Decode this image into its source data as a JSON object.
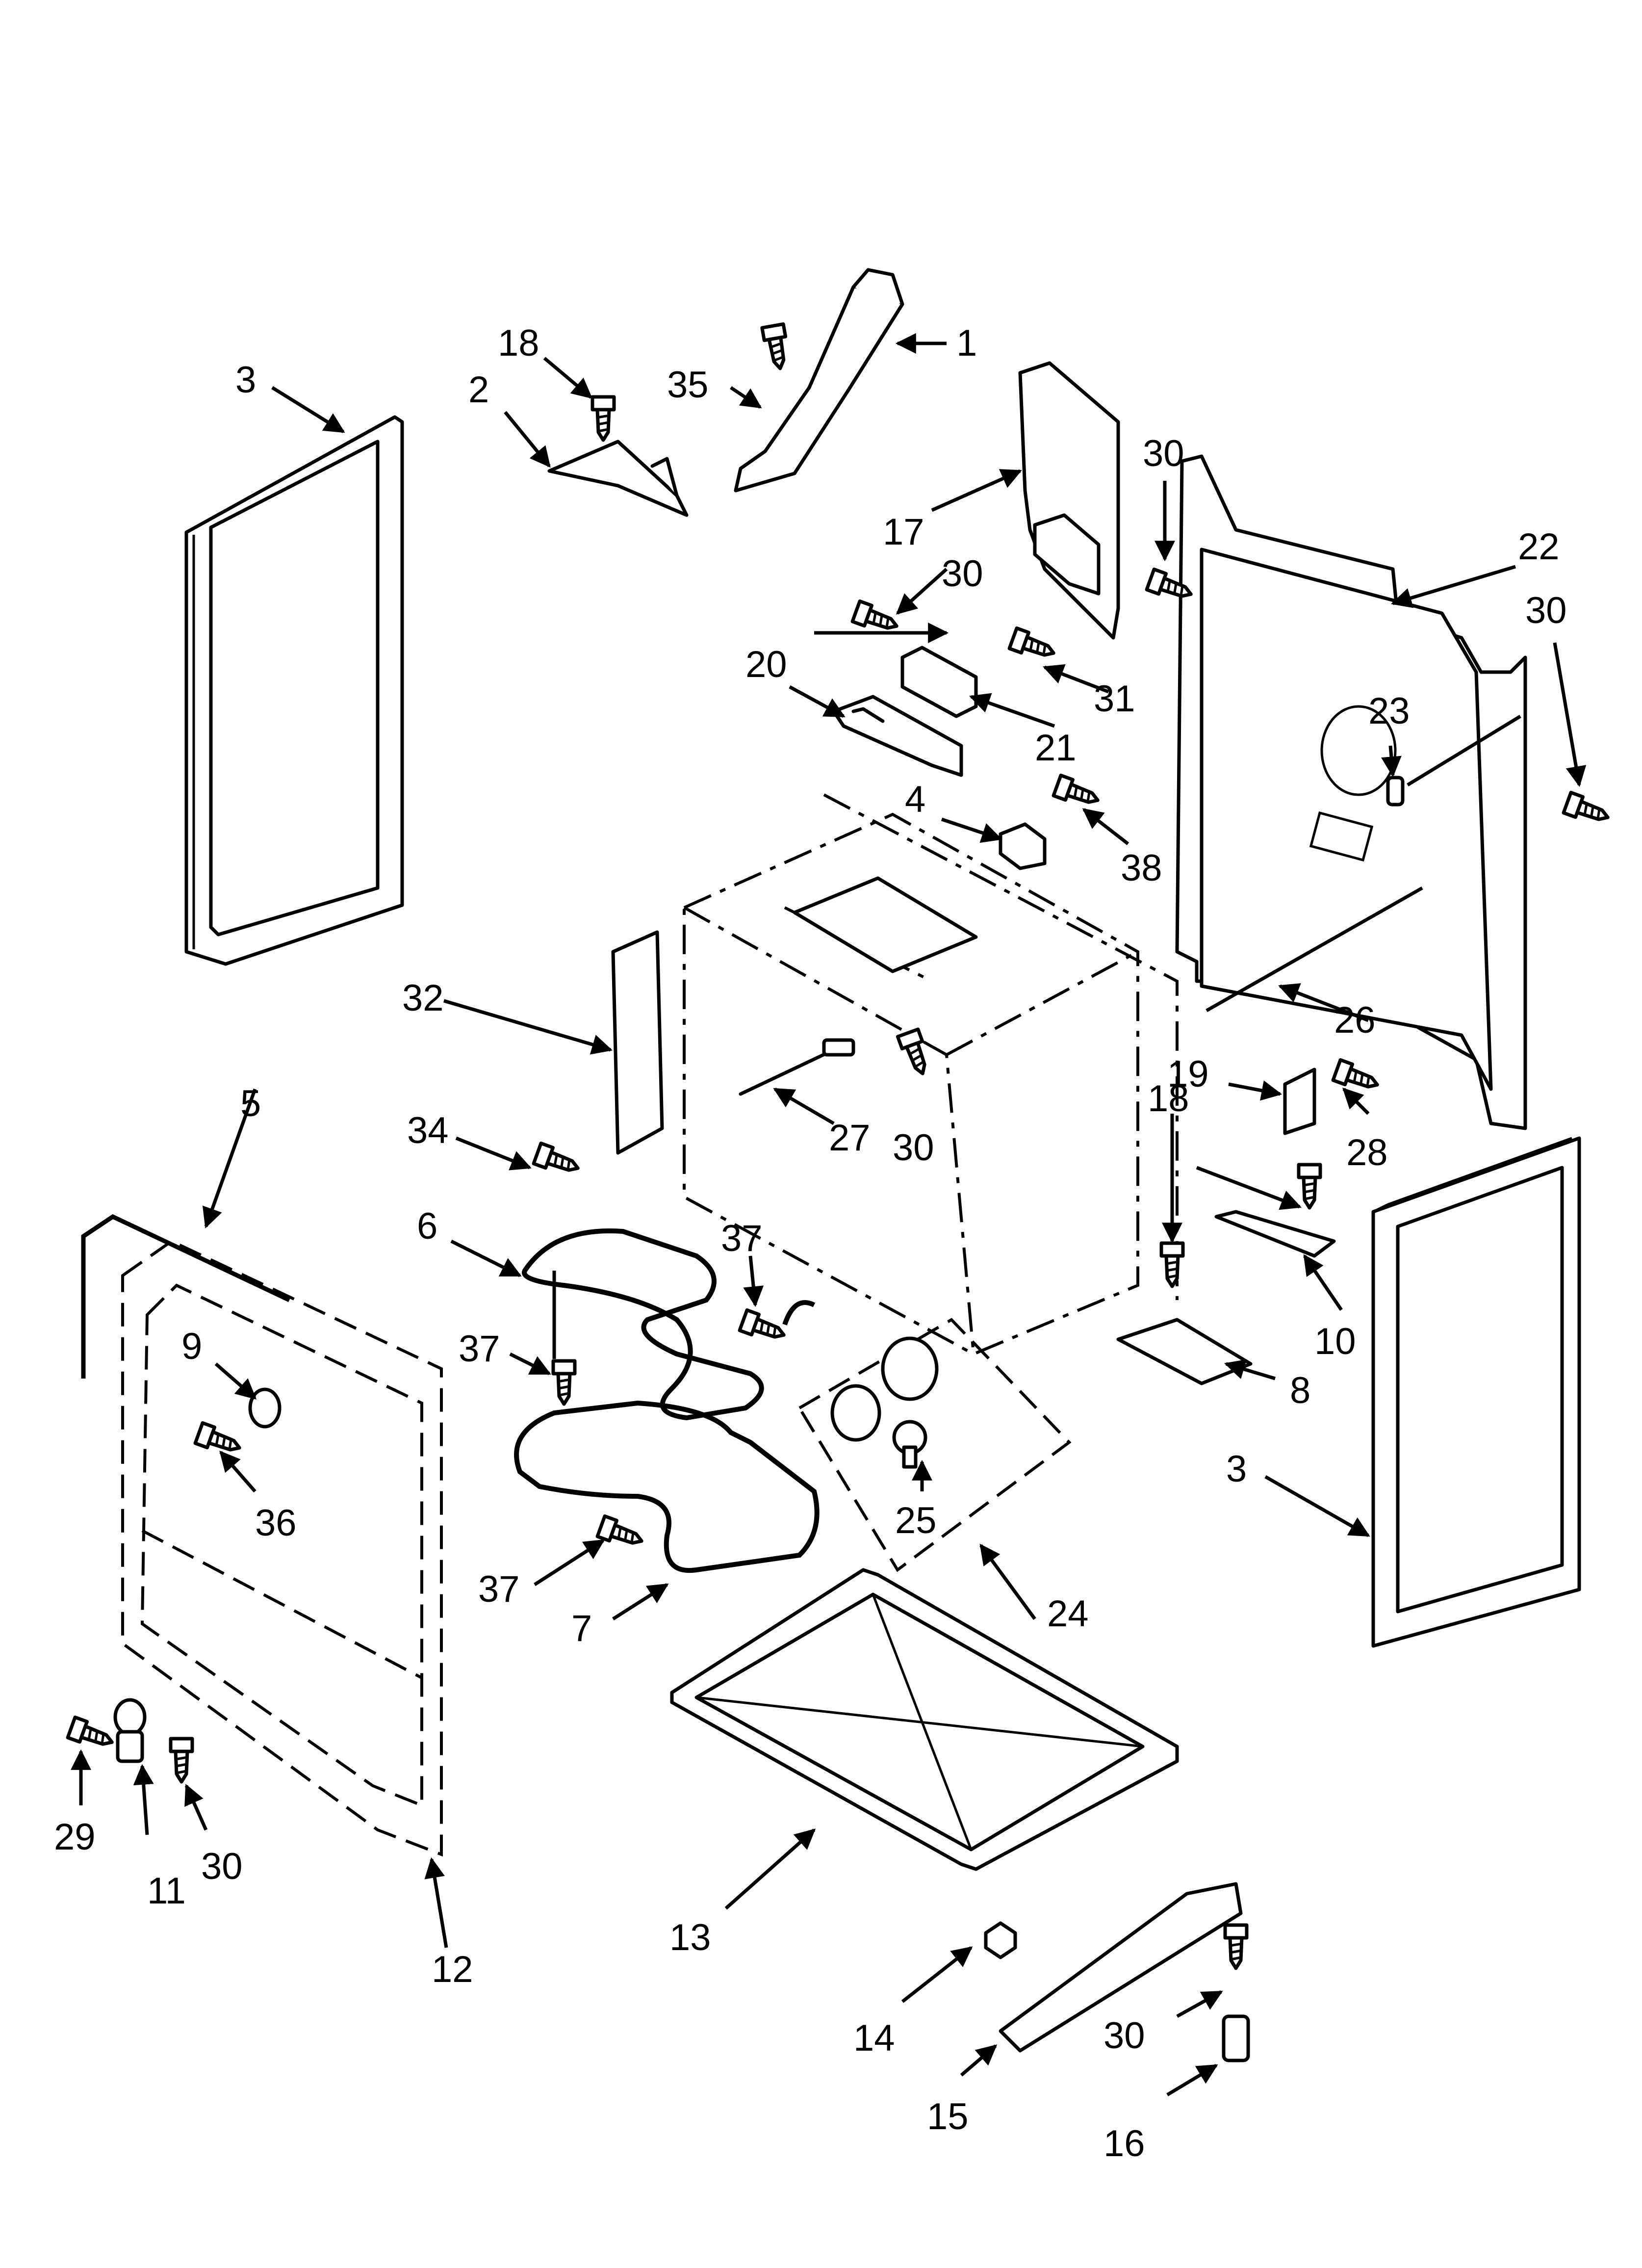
{
  "callouts": [
    {
      "id": "c1",
      "text": "1"
    },
    {
      "id": "c2",
      "text": "2"
    },
    {
      "id": "c3a",
      "text": "3"
    },
    {
      "id": "c3b",
      "text": "3"
    },
    {
      "id": "c4",
      "text": "4"
    },
    {
      "id": "c5",
      "text": "5"
    },
    {
      "id": "c6",
      "text": "6"
    },
    {
      "id": "c7",
      "text": "7"
    },
    {
      "id": "c8",
      "text": "8"
    },
    {
      "id": "c9",
      "text": "9"
    },
    {
      "id": "c10",
      "text": "10"
    },
    {
      "id": "c11",
      "text": "11"
    },
    {
      "id": "c12",
      "text": "12"
    },
    {
      "id": "c13",
      "text": "13"
    },
    {
      "id": "c14",
      "text": "14"
    },
    {
      "id": "c15",
      "text": "15"
    },
    {
      "id": "c16",
      "text": "16"
    },
    {
      "id": "c17",
      "text": "17"
    },
    {
      "id": "c18a",
      "text": "18"
    },
    {
      "id": "c18b",
      "text": "18"
    },
    {
      "id": "c19",
      "text": "19"
    },
    {
      "id": "c20",
      "text": "20"
    },
    {
      "id": "c21",
      "text": "21"
    },
    {
      "id": "c22",
      "text": "22"
    },
    {
      "id": "c23",
      "text": "23"
    },
    {
      "id": "c24",
      "text": "24"
    },
    {
      "id": "c25",
      "text": "25"
    },
    {
      "id": "c26",
      "text": "26"
    },
    {
      "id": "c27",
      "text": "27"
    },
    {
      "id": "c28",
      "text": "28"
    },
    {
      "id": "c29",
      "text": "29"
    },
    {
      "id": "c30a",
      "text": "30"
    },
    {
      "id": "c30b",
      "text": "30"
    },
    {
      "id": "c30c",
      "text": "30"
    },
    {
      "id": "c30d",
      "text": "30"
    },
    {
      "id": "c30e",
      "text": "30"
    },
    {
      "id": "c30f",
      "text": "30"
    },
    {
      "id": "c31",
      "text": "31"
    },
    {
      "id": "c32",
      "text": "32"
    },
    {
      "id": "c34",
      "text": "34"
    },
    {
      "id": "c35",
      "text": "35"
    },
    {
      "id": "c36",
      "text": "36"
    },
    {
      "id": "c37a",
      "text": "37"
    },
    {
      "id": "c37b",
      "text": "37"
    },
    {
      "id": "c37c",
      "text": "37"
    },
    {
      "id": "c38",
      "text": "38"
    }
  ]
}
